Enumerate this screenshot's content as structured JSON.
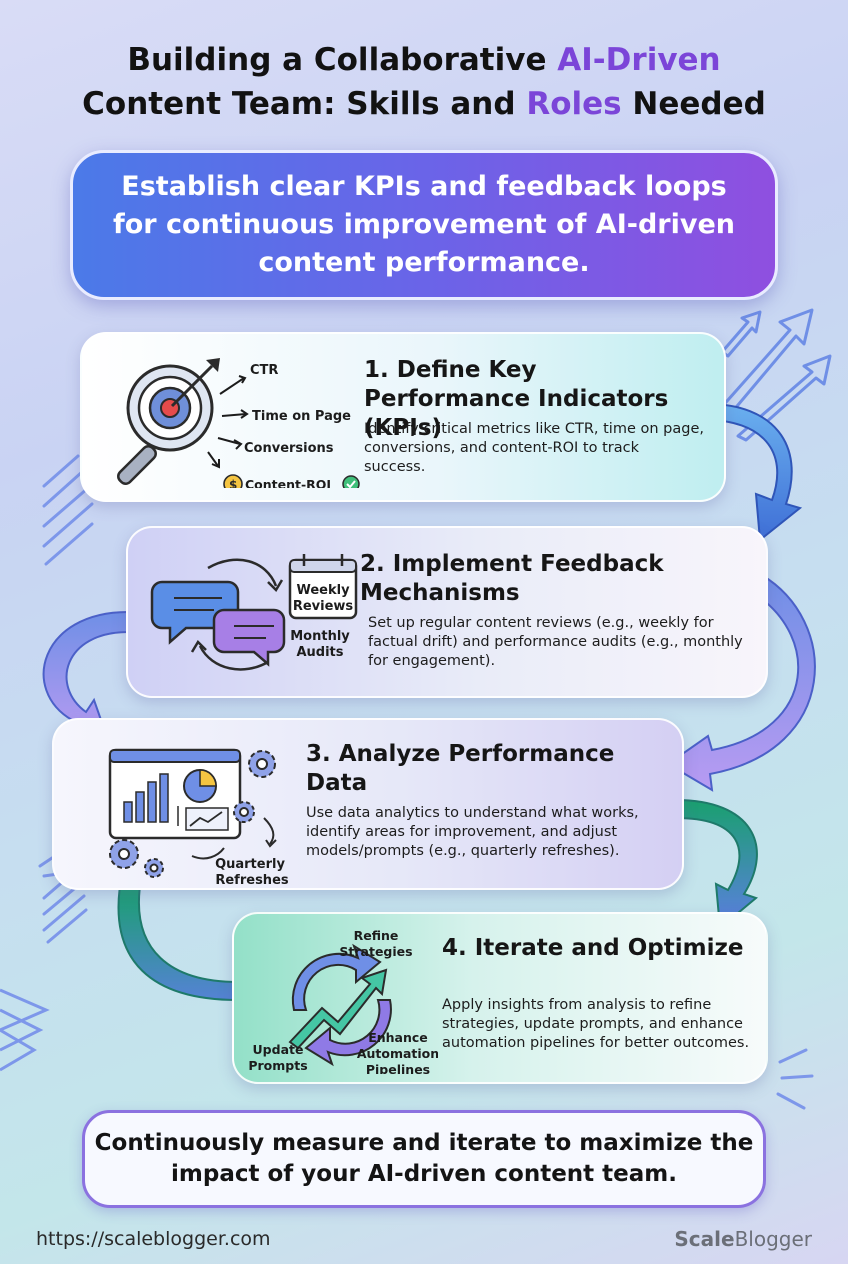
{
  "title": {
    "line1_prefix": "Building a Collaborative ",
    "line1_accent": "AI-Driven",
    "line2_prefix": "Content Team: Skills and ",
    "line2_accent": "Roles",
    "line2_suffix": " Needed"
  },
  "banner": "Establish clear KPIs and feedback loops for continuous improvement of AI-driven content performance.",
  "steps": [
    {
      "heading": "1. Define Key Performance Indicators (KPIs)",
      "description": "Identify critical metrics like CTR, time on page, conversions, and content-ROI to track success.",
      "labels": [
        "CTR",
        "Time on Page",
        "Conversions",
        "Content-ROI"
      ],
      "icons": [
        "target-magnifier-icon",
        "dollar-coin-icon",
        "check-circle-icon"
      ]
    },
    {
      "heading": "2. Implement Feedback Mechanisms",
      "description": "Set up regular content reviews (e.g., weekly for factual drift) and performance audits (e.g., monthly for engagement).",
      "labels": [
        "Weekly",
        "Reviews",
        "Monthly",
        "Audits"
      ],
      "icons": [
        "chat-bubbles-icon",
        "calendar-icon",
        "cycle-arrows-icon"
      ]
    },
    {
      "heading": "3. Analyze Performance Data",
      "description": "Use data analytics to understand what works, identify areas for improvement, and adjust models/prompts (e.g., quarterly refreshes).",
      "labels": [
        "Quarterly",
        "Refreshes"
      ],
      "icons": [
        "analytics-dashboard-icon",
        "gears-icon"
      ]
    },
    {
      "heading": "4. Iterate and Optimize",
      "description": "Apply insights from analysis to refine strategies, update prompts, and enhance automation pipelines for better outcomes.",
      "labels": [
        "Refine",
        "Strategies",
        "Update",
        "Prompts",
        "Enhance",
        "Automation",
        "Pipelines"
      ],
      "icons": [
        "iteration-cycle-icon",
        "growth-arrow-icon"
      ]
    }
  ],
  "footer_message": "Continuously measure and iterate to maximize the impact of your AI-driven content team.",
  "url": "https://scaleblogger.com",
  "brand": {
    "part1": "Scale",
    "part2": "Blogger"
  },
  "colors": {
    "accent_purple": "#7b45d8",
    "banner_start": "#4b7ae8",
    "banner_end": "#8f4fe0",
    "connector_blue": "#4f86e0",
    "connector_purple": "#9b86ec",
    "connector_green": "#2bb38a"
  }
}
